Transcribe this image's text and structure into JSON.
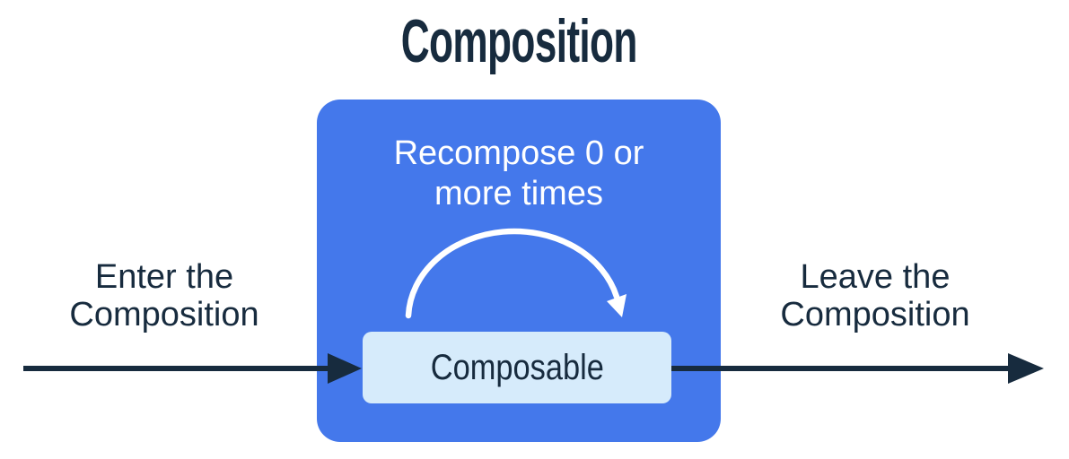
{
  "page": {
    "title": "Composition",
    "background": "#FFFFFF"
  },
  "colors": {
    "box_blue": "#4478EB",
    "box_light_blue": "#D6EBFB",
    "ink_navy": "#172B3E",
    "arc_white": "#FFFFFF"
  },
  "composition_box": {
    "recompose_label_lines": [
      "Recompose 0 or",
      "more times"
    ],
    "recompose_arc_icon": "curved-arrow-clockwise",
    "composable_label": "Composable"
  },
  "flow": {
    "enter_label_lines": [
      "Enter the",
      "Composition"
    ],
    "leave_label_lines": [
      "Leave the",
      "Composition"
    ],
    "enter_arrow_icon": "arrow-right",
    "leave_arrow_icon": "arrow-right"
  }
}
